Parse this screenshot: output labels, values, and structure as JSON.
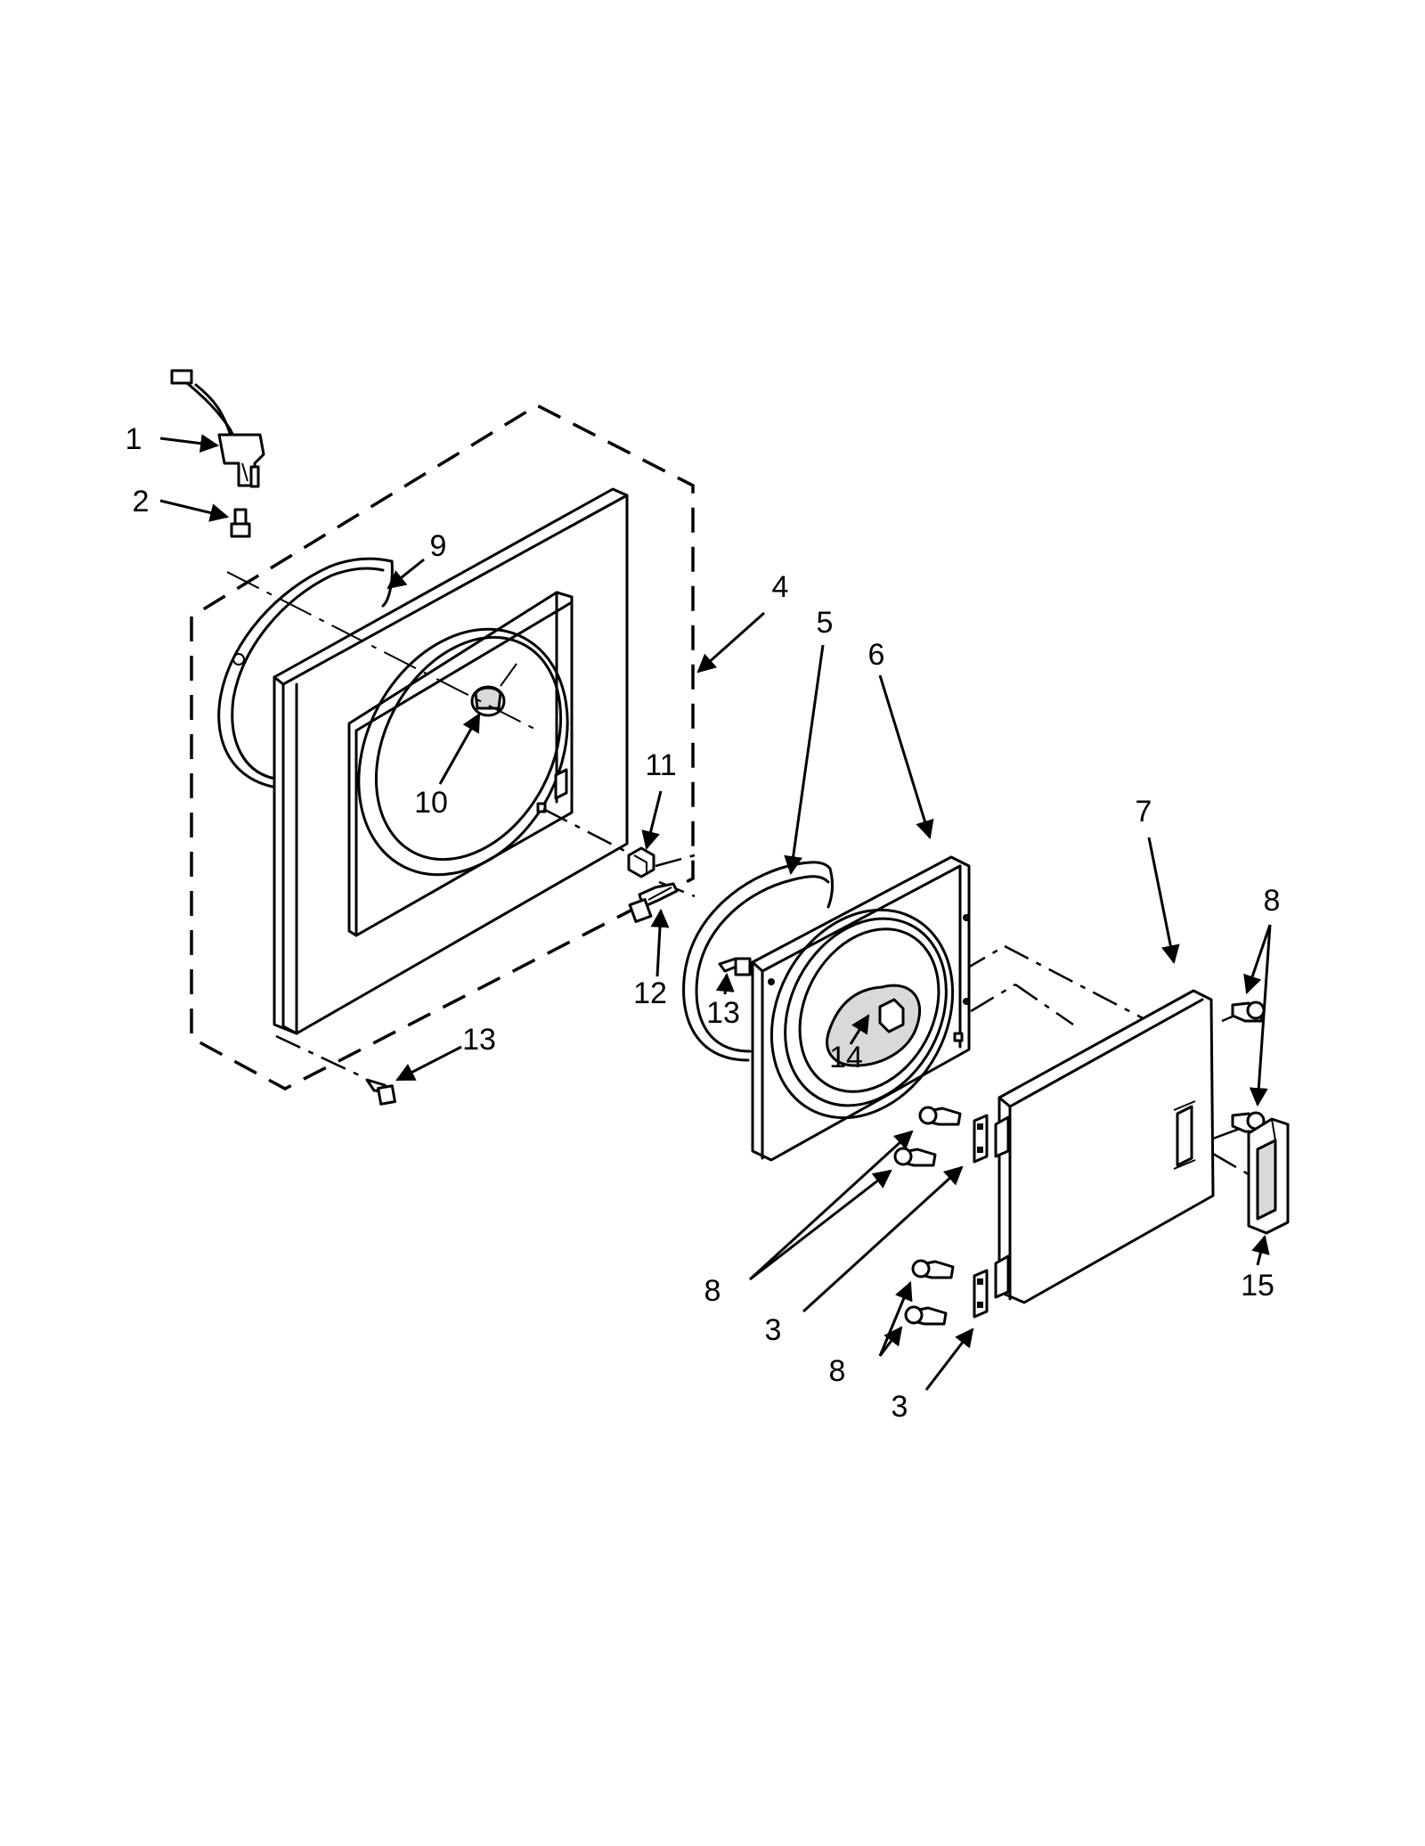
{
  "callouts": [
    {
      "label": "1"
    },
    {
      "label": "2"
    },
    {
      "label": "9"
    },
    {
      "label": "4"
    },
    {
      "label": "5"
    },
    {
      "label": "6"
    },
    {
      "label": "10"
    },
    {
      "label": "11"
    },
    {
      "label": "12"
    },
    {
      "label": "13"
    },
    {
      "label": "13"
    },
    {
      "label": "14"
    },
    {
      "label": "7"
    },
    {
      "label": "8"
    },
    {
      "label": "8"
    },
    {
      "label": "3"
    },
    {
      "label": "8"
    },
    {
      "label": "3"
    },
    {
      "label": "15"
    }
  ]
}
